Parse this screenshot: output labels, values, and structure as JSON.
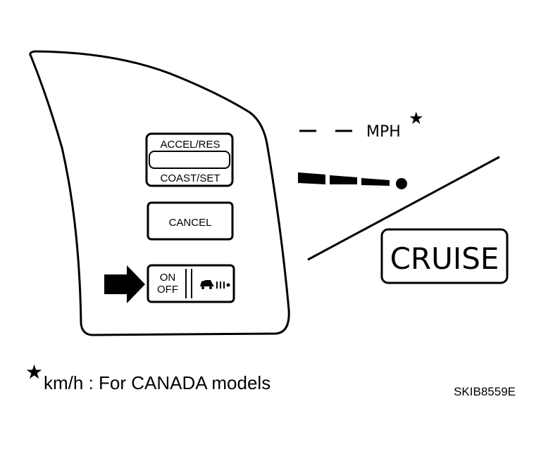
{
  "switch_panel": {
    "accel_res": "ACCEL/RES",
    "coast_set": "COAST/SET",
    "cancel": "CANCEL",
    "on": "ON",
    "off": "OFF"
  },
  "indicator": {
    "speed_unit": "MPH",
    "star": "★",
    "cruise_label": "CRUISE"
  },
  "footnote": {
    "star": "★",
    "text": "km/h : For CANADA models"
  },
  "figure_code": "SKIB8559E"
}
